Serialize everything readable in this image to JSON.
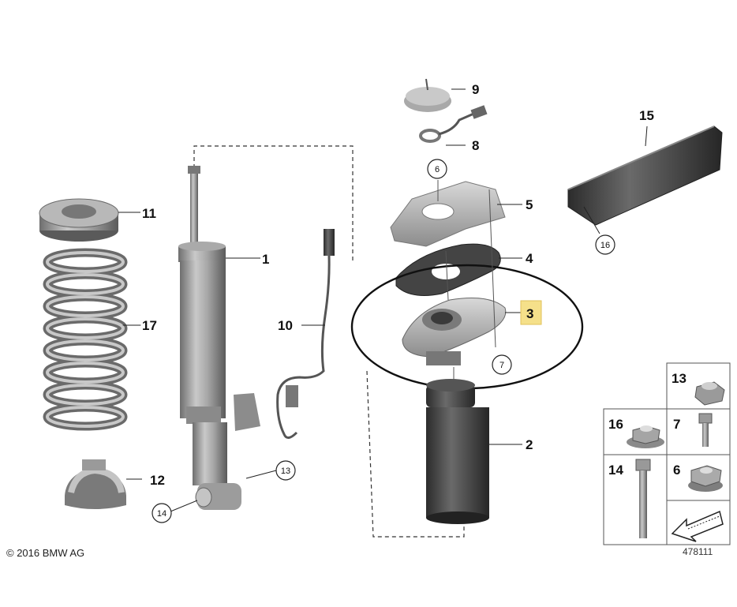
{
  "parts": {
    "p1": "1",
    "p2": "2",
    "p3": "3",
    "p4": "4",
    "p5": "5",
    "p6": "6",
    "p7": "7",
    "p8": "8",
    "p9": "9",
    "p10": "10",
    "p11": "11",
    "p12": "12",
    "p13": "13",
    "p14": "14",
    "p15": "15",
    "p16": "16",
    "p17": "17"
  },
  "highlight": {
    "part": "3",
    "color": "#f5e08a"
  },
  "hardware_grid": {
    "cells": [
      "13",
      "16",
      "7",
      "14",
      "6"
    ]
  },
  "footer": {
    "copyright": "© 2016 BMW AG",
    "diagram_id": "478111"
  }
}
